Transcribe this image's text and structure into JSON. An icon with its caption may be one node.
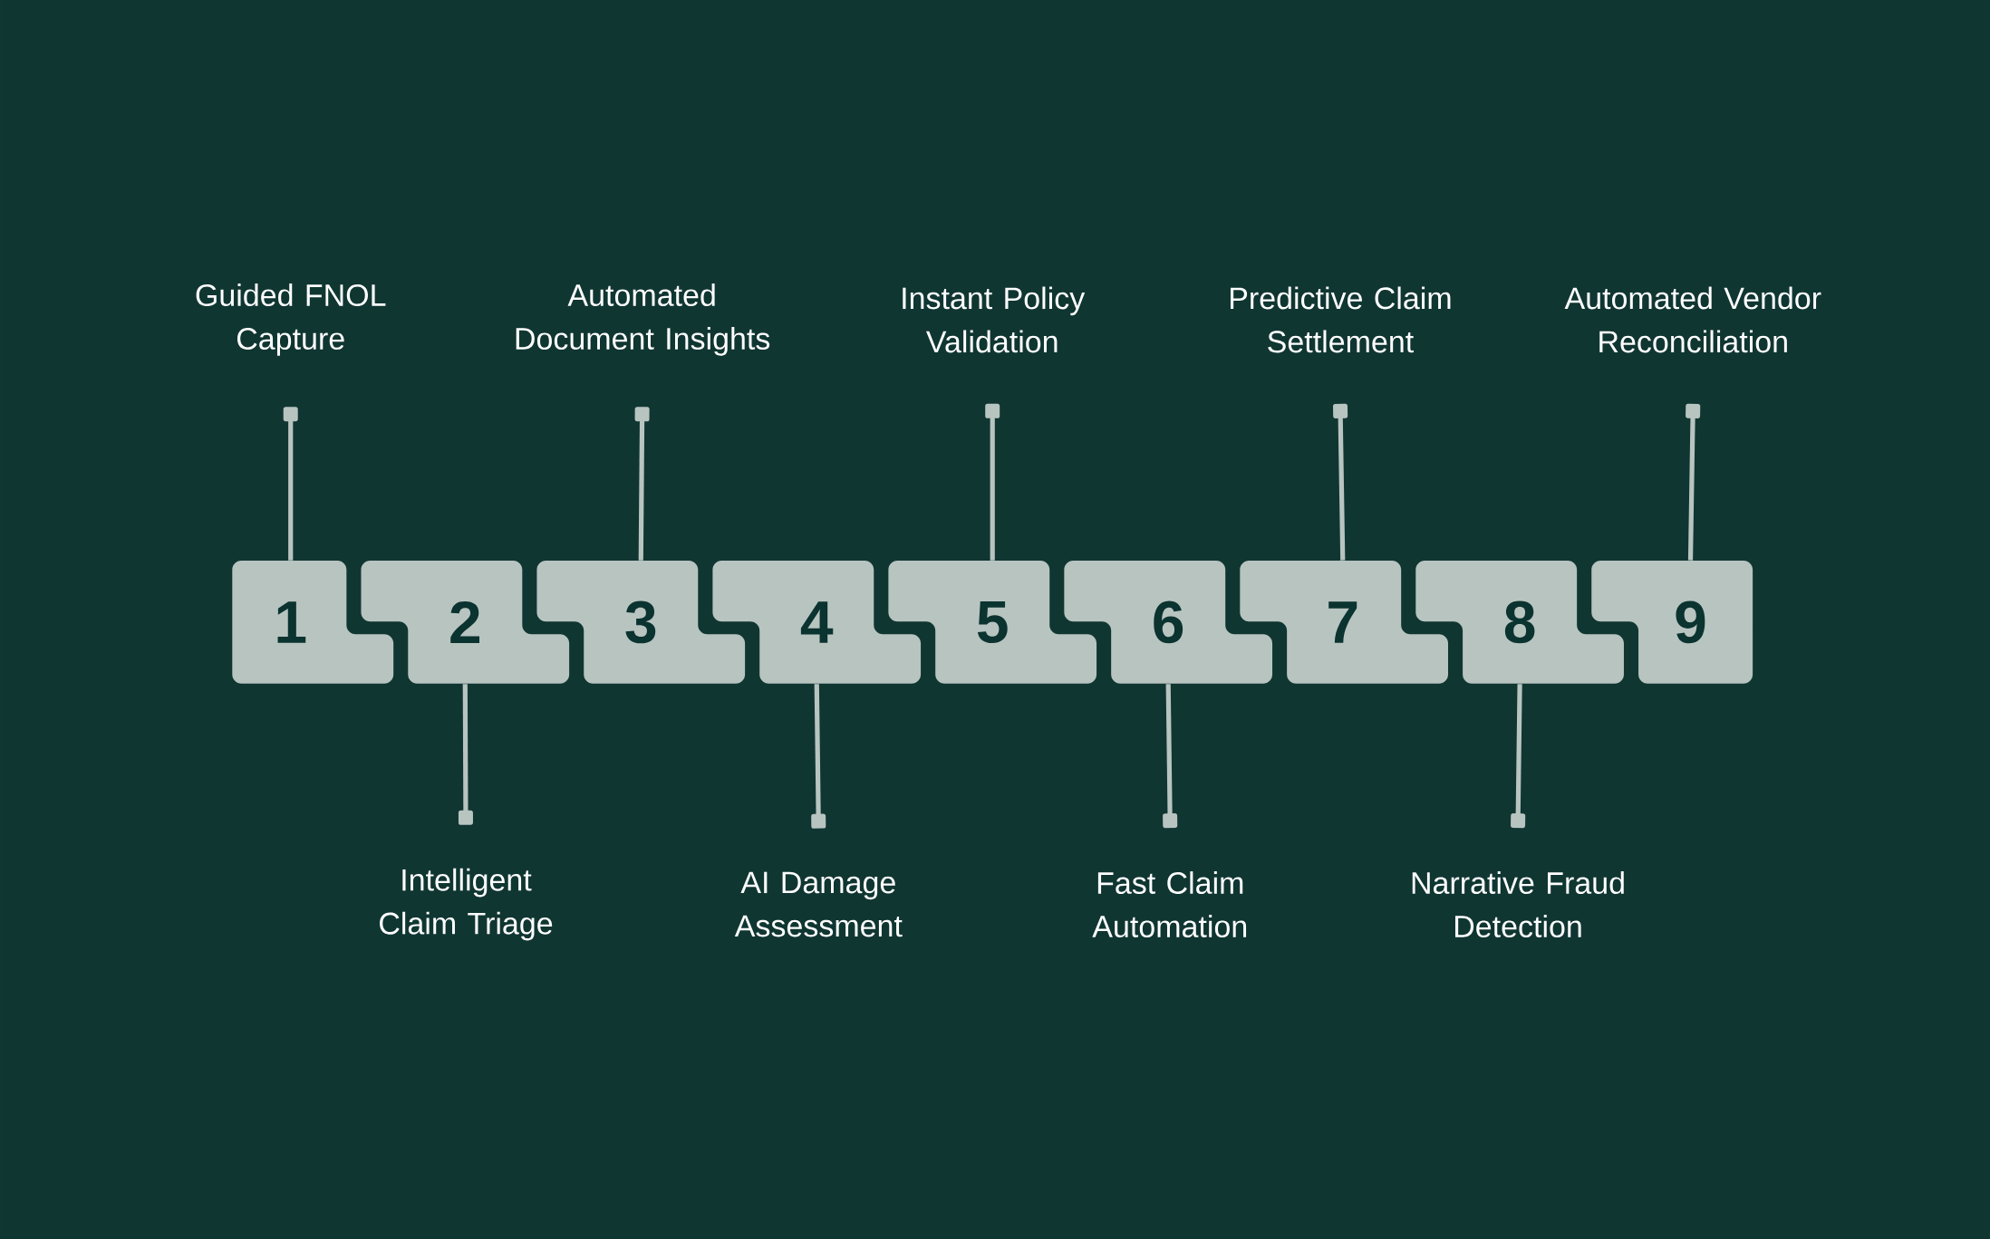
{
  "diagram": {
    "nodes": [
      {
        "text": [
          "1"
        ]
      },
      {
        "text": [
          "2"
        ]
      },
      {
        "text": [
          "3"
        ]
      },
      {
        "text": [
          "4"
        ]
      },
      {
        "text": [
          "5"
        ]
      },
      {
        "text": [
          "6"
        ]
      },
      {
        "text": [
          "7"
        ]
      },
      {
        "text": [
          "8"
        ]
      },
      {
        "text": [
          "9"
        ]
      },
      {
        "text": [
          "Guided FNOL Capture"
        ]
      },
      {
        "text": [
          "Intelligent Claim Triage"
        ]
      },
      {
        "text": [
          "Automated Document Insights"
        ]
      },
      {
        "text": [
          "AI Damage Assessment"
        ]
      },
      {
        "text": [
          "Instant Policy Validation"
        ]
      },
      {
        "text": [
          "Fast Claim Automation"
        ]
      },
      {
        "text": [
          "Predictive Claim Settlement"
        ]
      },
      {
        "text": [
          "Narrative Fraud Detection"
        ]
      },
      {
        "text": [
          "Automated Vendor Reconciliation"
        ]
      }
    ],
    "edges": [
      {
        "from": 9,
        "to": 0,
        "arrow": "other"
      },
      {
        "from": 10,
        "to": 1,
        "arrow": "other"
      },
      {
        "from": 11,
        "to": 2,
        "arrow": "other"
      },
      {
        "from": 12,
        "to": 3,
        "arrow": "other"
      },
      {
        "from": 13,
        "to": 4,
        "arrow": "other"
      },
      {
        "from": 14,
        "to": 5,
        "arrow": "other"
      },
      {
        "from": 15,
        "to": 6,
        "arrow": "other"
      },
      {
        "from": 16,
        "to": 7,
        "arrow": "other"
      },
      {
        "from": 17,
        "to": 8,
        "arrow": "other"
      }
    ]
  }
}
